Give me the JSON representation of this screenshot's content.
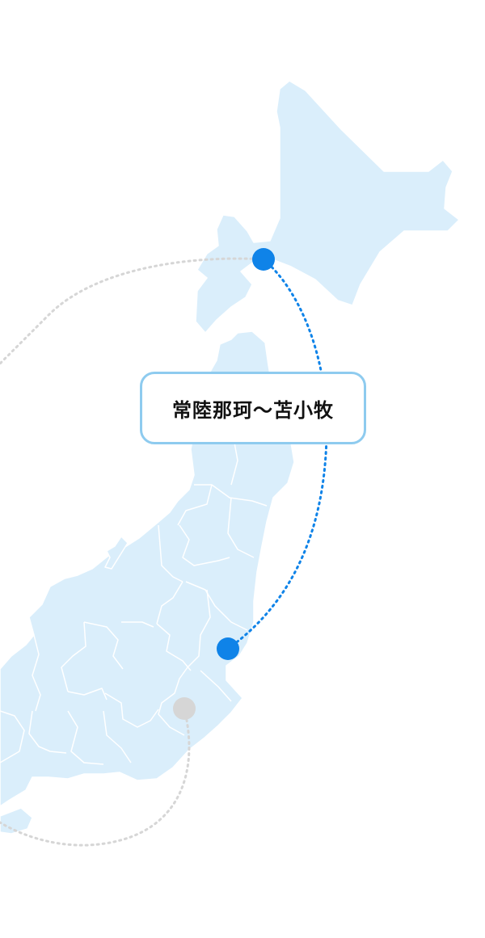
{
  "route": {
    "label": "常陸那珂〜苫小牧",
    "active_color": "#0f83e8",
    "inactive_color": "#d6d6d6"
  },
  "map": {
    "land_color": "#daeefb",
    "border_color": "#ffffff"
  },
  "ports": [
    {
      "name": "tomakomai",
      "active": true
    },
    {
      "name": "hitachinaka",
      "active": true
    },
    {
      "name": "other-port",
      "active": false
    }
  ]
}
